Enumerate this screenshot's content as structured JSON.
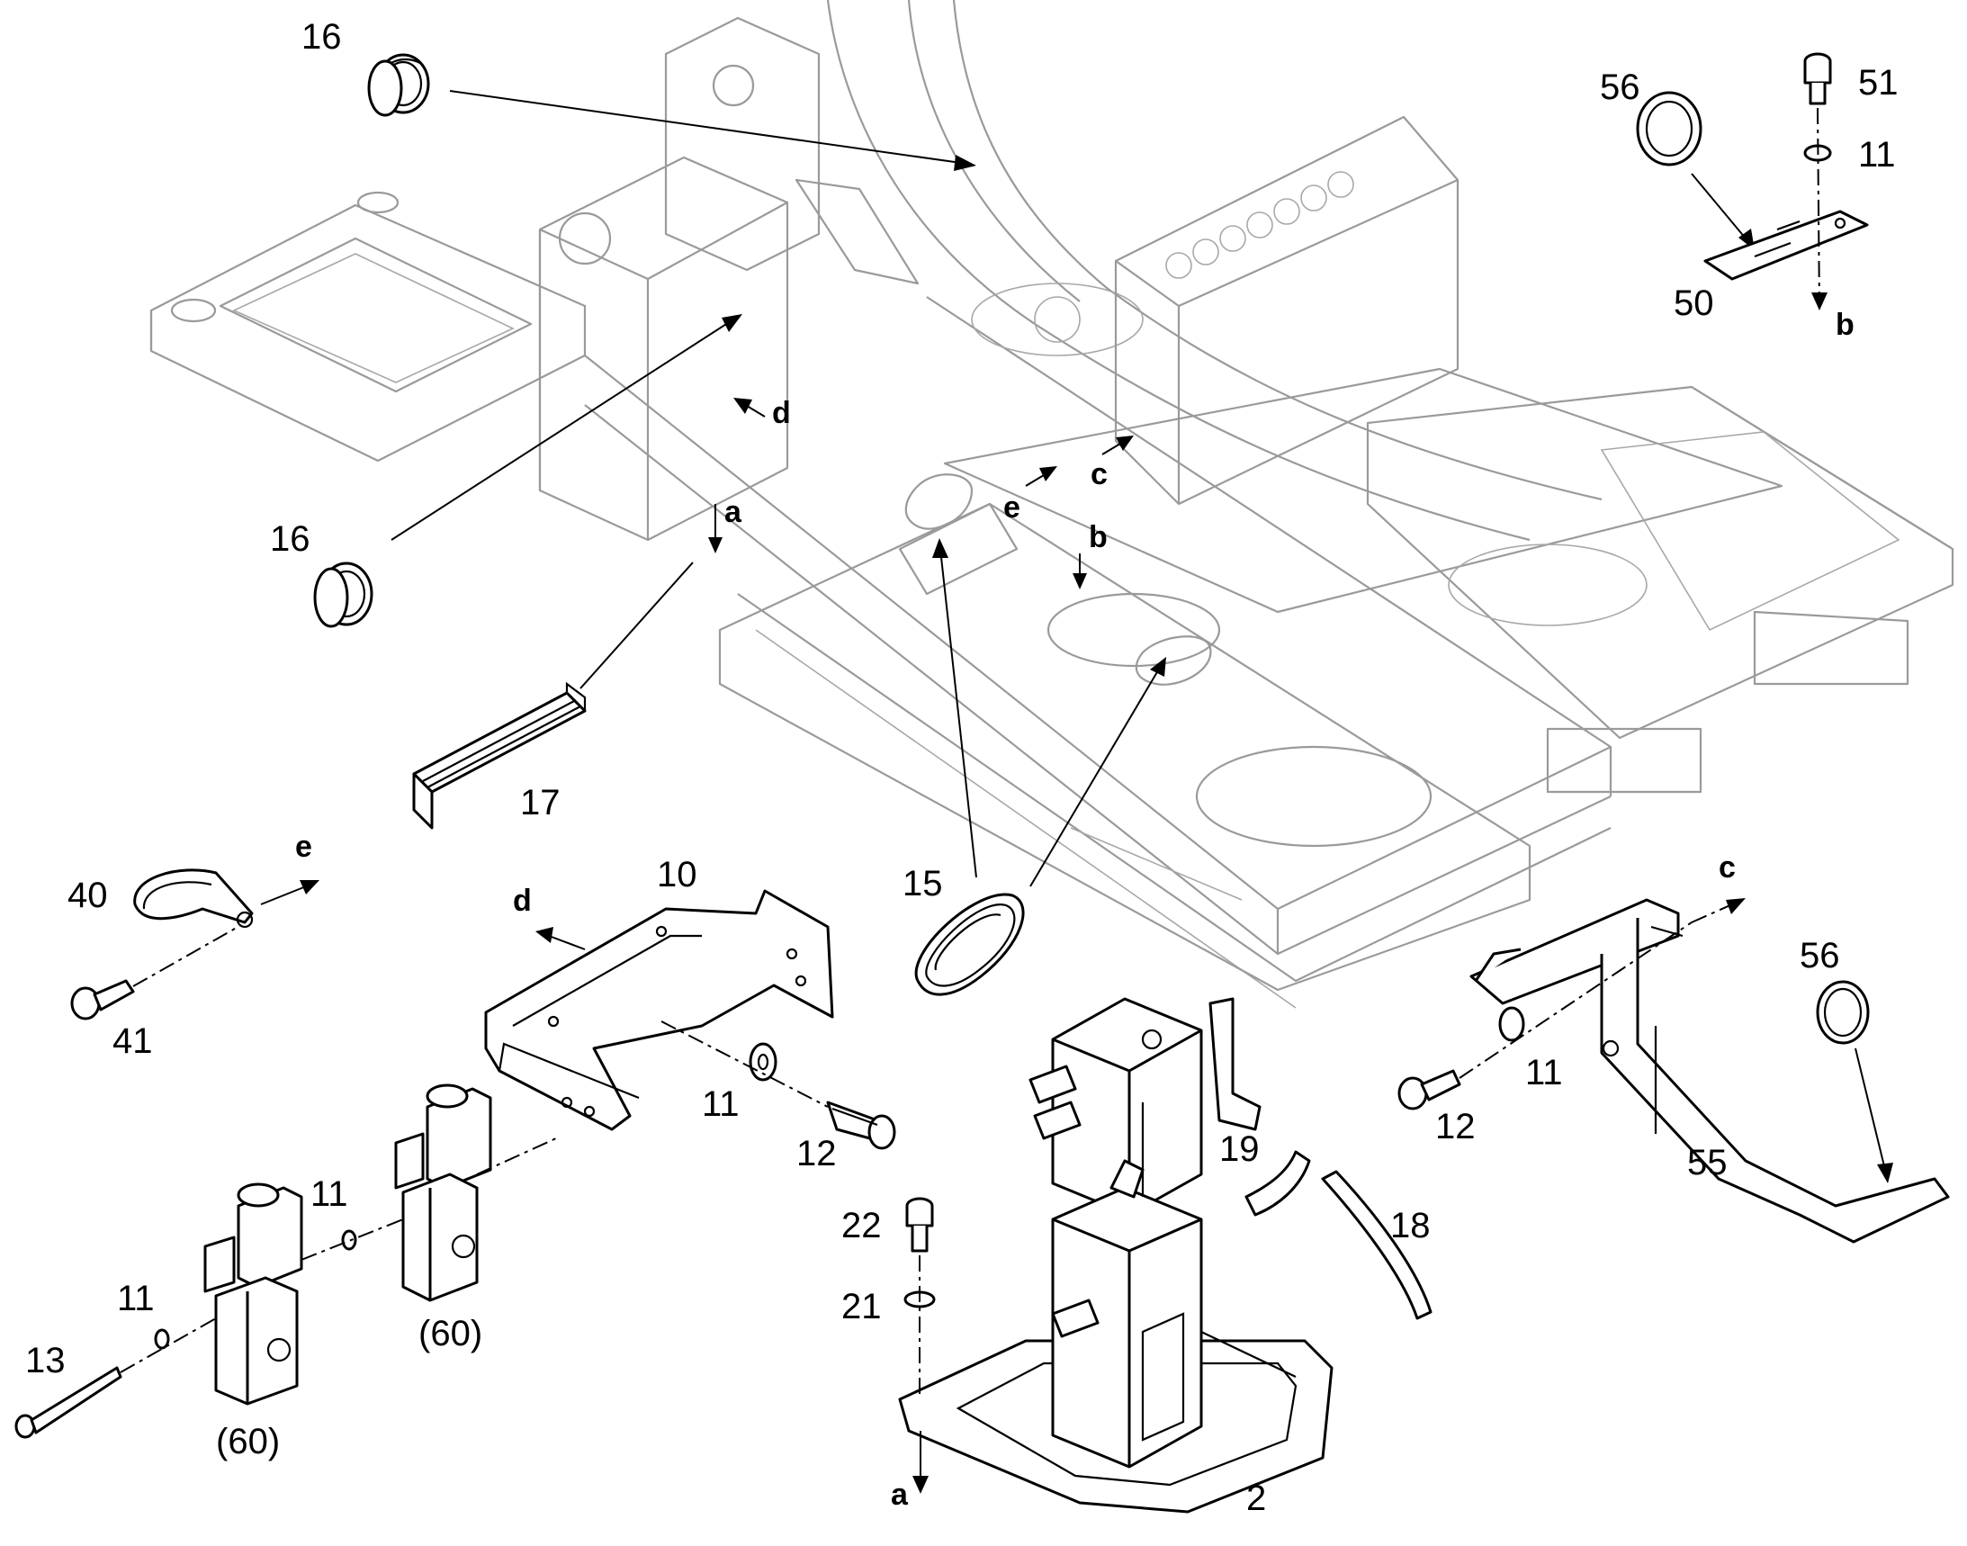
{
  "callouts": {
    "p16_top": "16",
    "p16_left": "16",
    "p17": "17",
    "p15": "15",
    "p10": "10",
    "p40": "40",
    "p41": "41",
    "p11_bracket": "11",
    "p12_bracket": "12",
    "p11_valve_upper": "11",
    "p11_valve_lower": "11",
    "p13": "13",
    "p60_upper": "(60)",
    "p60_lower": "(60)",
    "p22": "22",
    "p21": "21",
    "p19": "19",
    "p18": "18",
    "p2": "2",
    "p12_right": "12",
    "p11_right": "11",
    "p55": "55",
    "p56_lower": "56",
    "p56_top": "56",
    "p51": "51",
    "p11_top": "11",
    "p50": "50"
  },
  "reference_letters": {
    "d_frame": "d",
    "a_frame": "a",
    "e_frame": "e",
    "b_frame": "b",
    "c_frame": "c",
    "b_plate": "b",
    "e_clamp": "e",
    "d_bracket": "d",
    "c_bracket": "c",
    "a_base": "a"
  }
}
